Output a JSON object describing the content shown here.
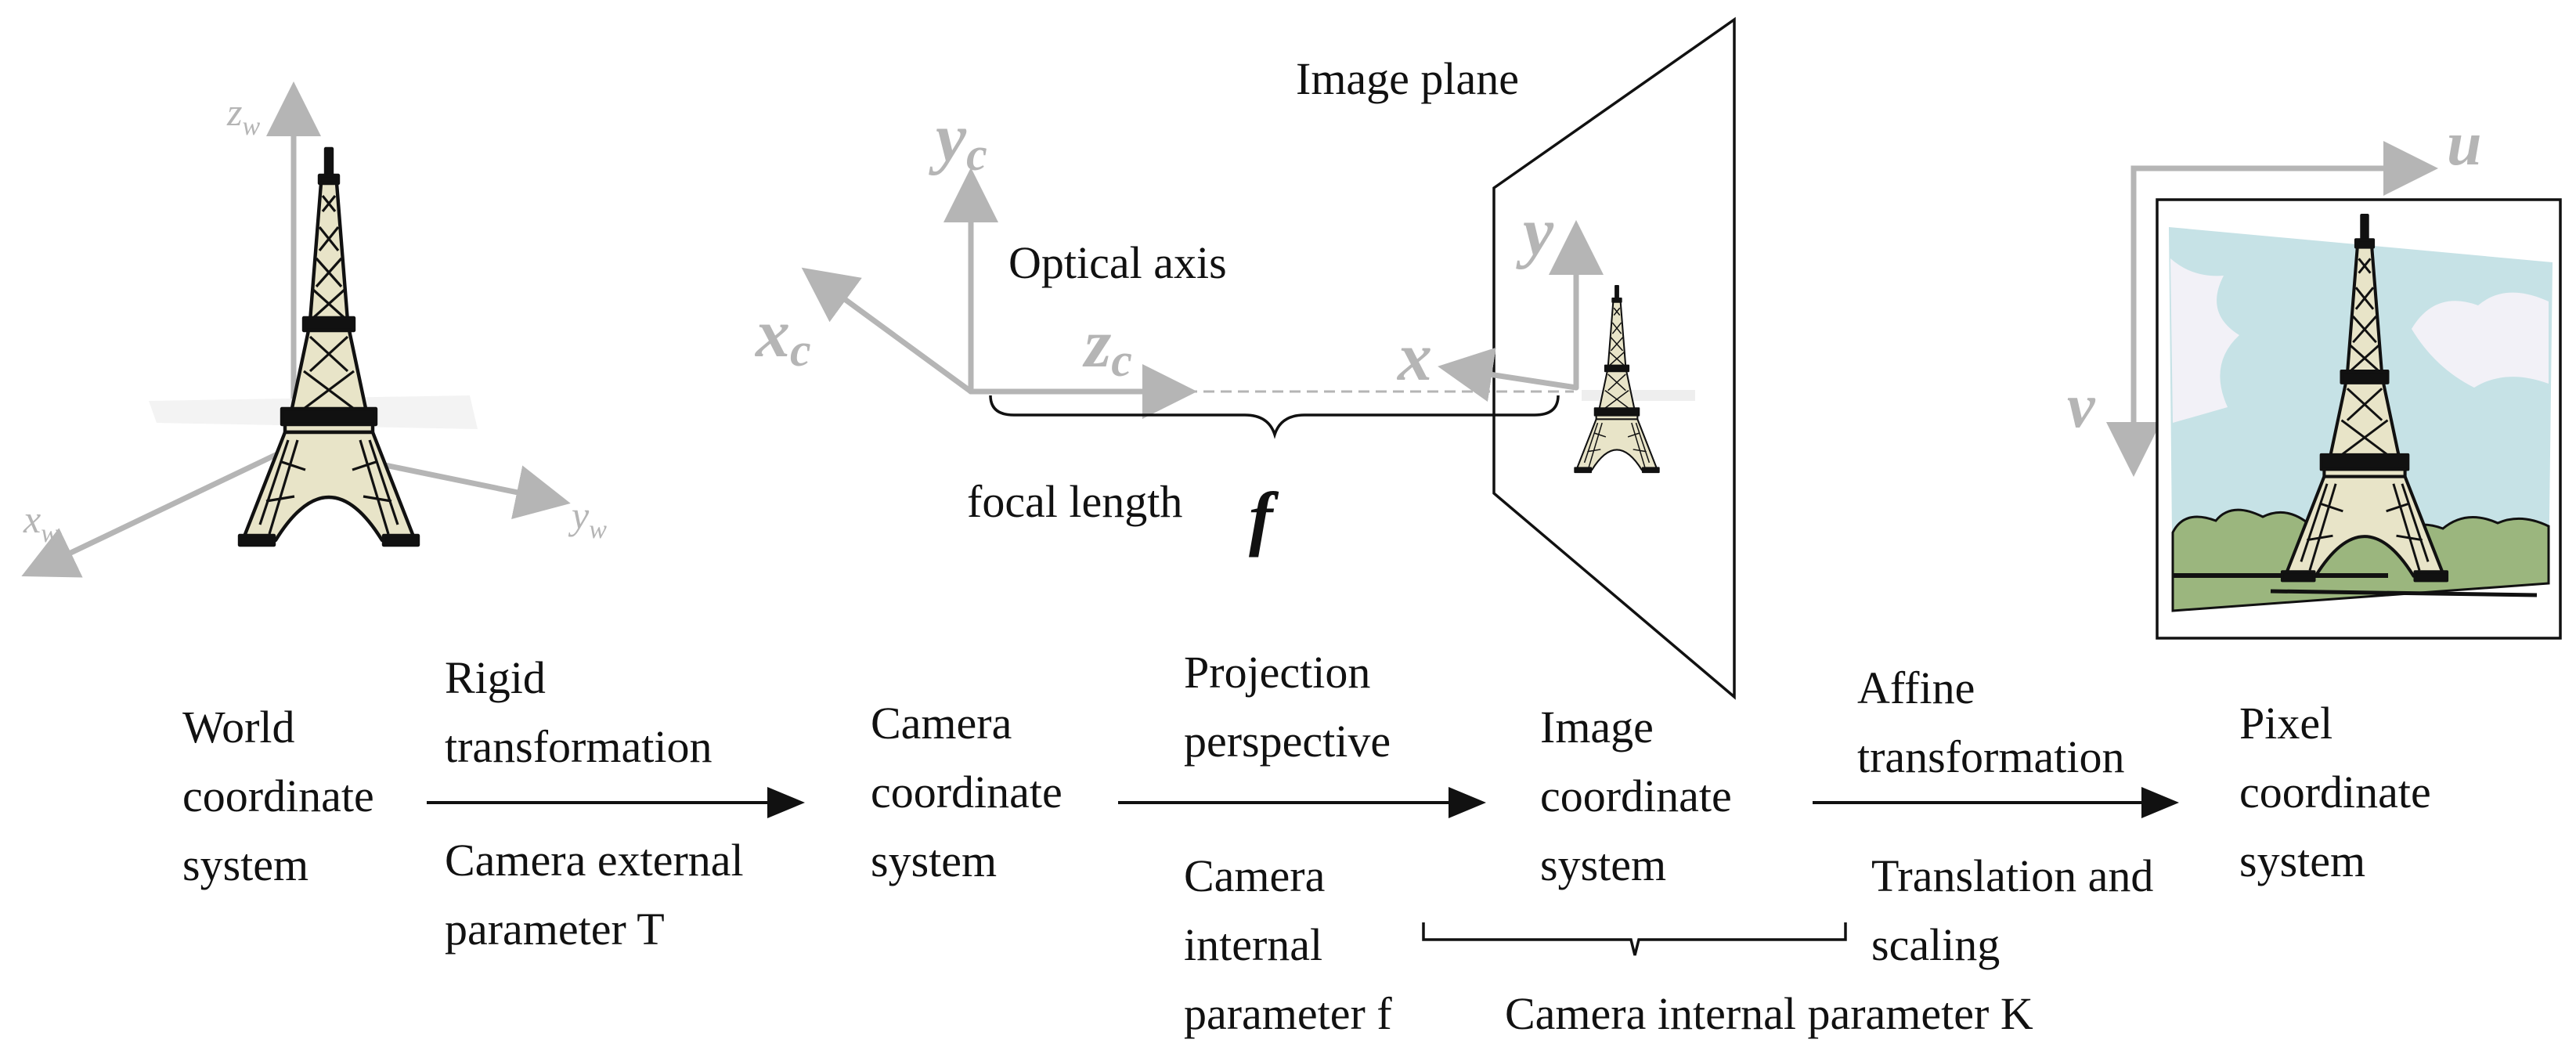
{
  "world": {
    "axes": {
      "z": "z",
      "z_sub": "w",
      "x": "x",
      "x_sub": "w",
      "y": "y",
      "y_sub": "w"
    },
    "label": [
      "World",
      "coordinate",
      "system"
    ]
  },
  "camera": {
    "axes": {
      "y": "y",
      "y_sub": "c",
      "x": "x",
      "x_sub": "c",
      "z": "z",
      "z_sub": "c"
    },
    "optical_axis": "Optical axis",
    "focal_length": "focal length",
    "focal_symbol": "f",
    "label": [
      "Camera",
      "coordinate",
      "system"
    ]
  },
  "image_plane": {
    "title": "Image plane",
    "axes": {
      "x": "x",
      "y": "y"
    },
    "label": [
      "Image",
      "coordinate",
      "system"
    ]
  },
  "pixel": {
    "axes": {
      "u": "u",
      "v": "v"
    },
    "label": [
      "Pixel",
      "coordinate",
      "system"
    ],
    "colors": {
      "sky": "#c6e2e6",
      "cloud": "#f2f1f7",
      "ground": "#9bb67e",
      "tower": "#e8e4c8",
      "outline": "#111111"
    }
  },
  "steps": [
    {
      "above": [
        "Rigid",
        "transformation"
      ],
      "below": [
        "Camera external",
        "parameter T"
      ]
    },
    {
      "above": [
        "Projection",
        "perspective"
      ],
      "below": [
        "Camera",
        "internal",
        "parameter f"
      ]
    },
    {
      "above": [
        "Affine",
        "transformation"
      ],
      "below": [
        "Translation and",
        "scaling"
      ]
    }
  ],
  "brace_label": "Camera internal parameter K"
}
